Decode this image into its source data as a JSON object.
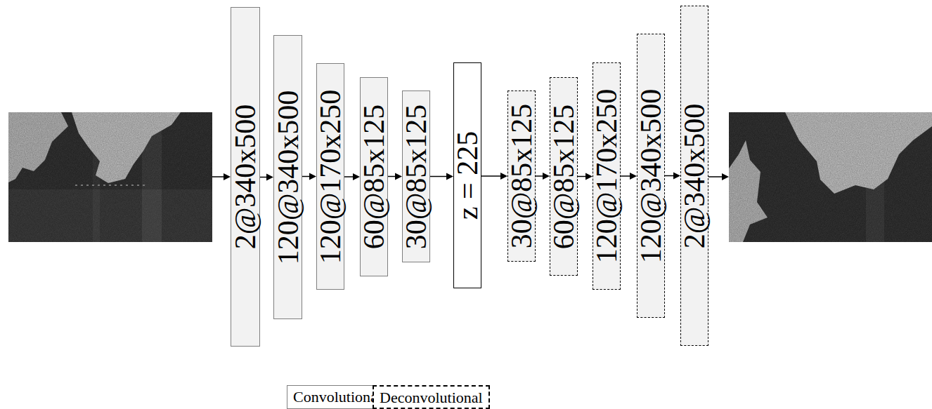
{
  "diagram": {
    "nodes": [
      {
        "text": [
          "2@340x500"
        ]
      },
      {
        "text": [
          "120@340x500"
        ]
      },
      {
        "text": [
          "120@170x250"
        ]
      },
      {
        "text": [
          "60@85x125"
        ]
      },
      {
        "text": [
          "30@85x125"
        ]
      },
      {
        "text": [
          "z = 225"
        ]
      },
      {
        "text": [
          "30@85x125"
        ]
      },
      {
        "text": [
          "60@85x125"
        ]
      },
      {
        "text": [
          "120@170x250"
        ]
      },
      {
        "text": [
          "120@340x500"
        ]
      },
      {
        "text": [
          "2@340x500"
        ]
      }
    ],
    "edges": [
      {
        "from": 0,
        "to": 1,
        "arrow": "to"
      },
      {
        "from": 1,
        "to": 2,
        "arrow": "to"
      },
      {
        "from": 2,
        "to": 3,
        "arrow": "to"
      },
      {
        "from": 3,
        "to": 4,
        "arrow": "to"
      },
      {
        "from": 4,
        "to": 5,
        "arrow": "to"
      },
      {
        "from": 5,
        "to": 6,
        "arrow": "to"
      },
      {
        "from": 6,
        "to": 7,
        "arrow": "to"
      },
      {
        "from": 7,
        "to": 8,
        "arrow": "to"
      },
      {
        "from": 8,
        "to": 9,
        "arrow": "to"
      },
      {
        "from": 9,
        "to": 10,
        "arrow": "to"
      }
    ],
    "legend": [
      {
        "text": "Convolutional"
      },
      {
        "text": "Deconvolutional"
      }
    ]
  }
}
